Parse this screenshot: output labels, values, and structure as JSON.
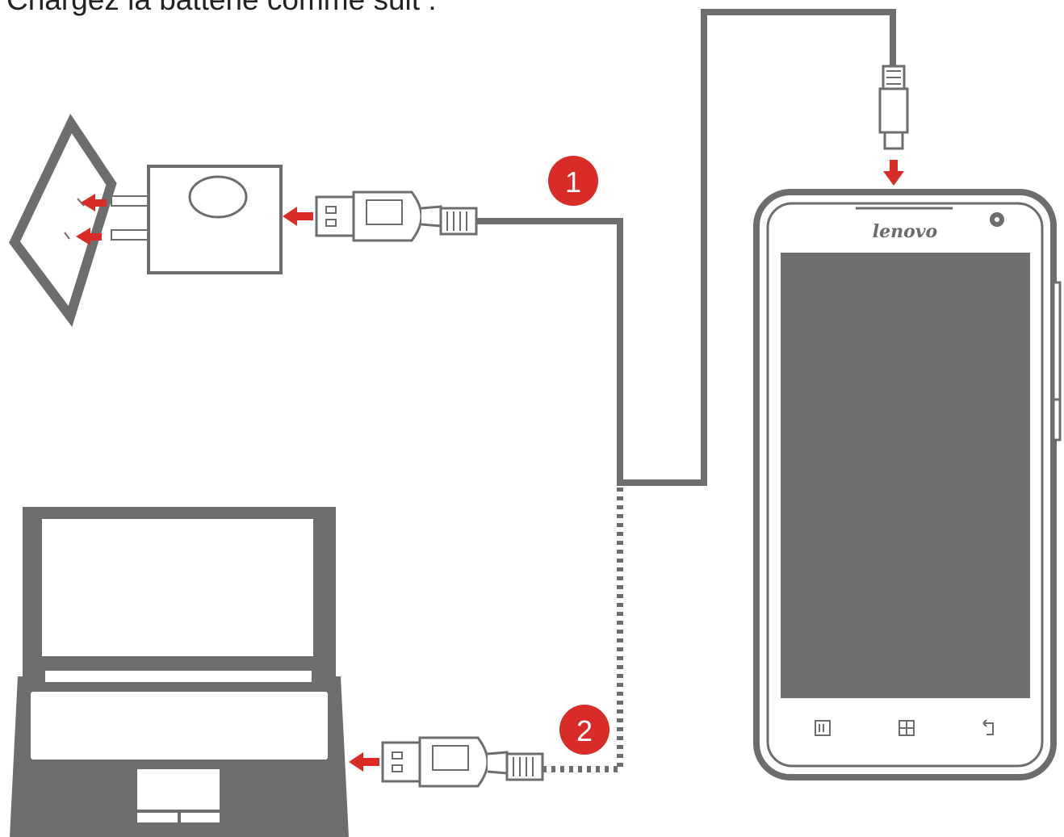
{
  "heading": "Chargez la batterie comme suit :",
  "steps": [
    {
      "number": "1"
    },
    {
      "number": "2"
    }
  ],
  "phone": {
    "brand": "lenovo"
  },
  "colors": {
    "line": "#6d6d6d",
    "accent": "#d92b27",
    "screen": "#6e706f",
    "device_fill": "#ffffff"
  },
  "icons": [
    "wall-outlet-icon",
    "power-adapter-icon",
    "usb-plug-icon",
    "micro-usb-plug-icon",
    "laptop-icon",
    "smartphone-icon",
    "arrow-icon"
  ]
}
